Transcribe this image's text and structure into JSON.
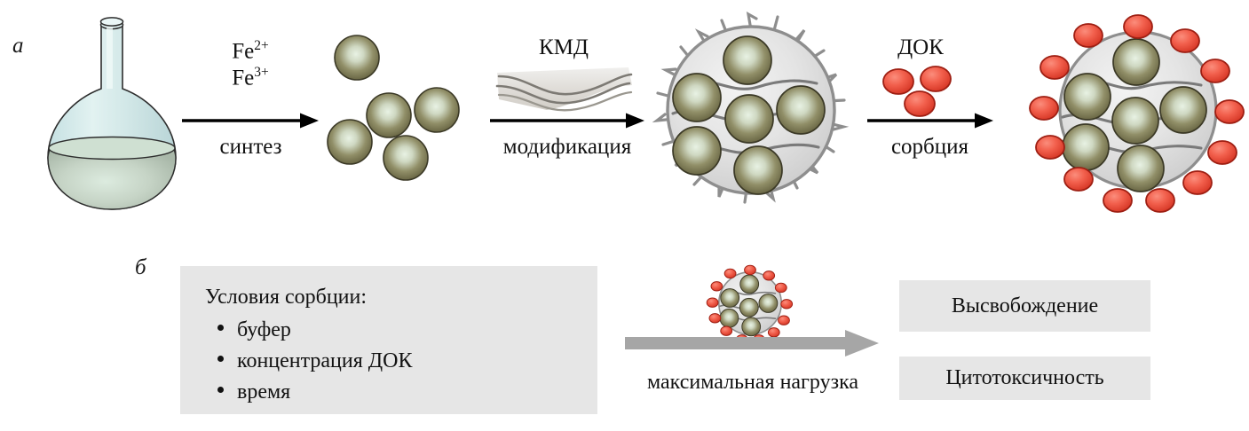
{
  "figure": {
    "panel_a_letter": "а",
    "panel_b_letter": "б"
  },
  "panel_a": {
    "steps": [
      {
        "reagent_line1": "Fe",
        "reagent_line1_sup": "2+",
        "reagent_line2": "Fe",
        "reagent_line2_sup": "3+",
        "process": "синтез"
      },
      {
        "reagent": "КМД",
        "process": "модификация"
      },
      {
        "reagent": "ДОК",
        "process": "сорбция"
      }
    ],
    "objects": {
      "flask": "round-bottom-flask",
      "bare_nanoparticles": "iron-oxide-nanoparticles",
      "polymer_sheet": "carboxymethyl-dextran-sheet",
      "coated_nanoparticle": "polymer-coated-nanoparticle",
      "drug_molecules": "doxorubicin-molecules",
      "loaded_nanoparticle": "drug-loaded-nanoparticle"
    }
  },
  "panel_b": {
    "conditions_title": "Условия сорбции:",
    "conditions": [
      "буфер",
      "концентрация ДОК",
      "время"
    ],
    "flow_label": "максимальная нагрузка",
    "results": [
      "Высвобождение",
      "Цитотоксичность"
    ]
  },
  "colors": {
    "box_fill": "#e6e6e6",
    "nanoparticle_core": "#d9e3d0",
    "nanoparticle_edge": "#6e6a45",
    "nanoparticle_outline": "#3c3a28",
    "drug_fill": "#f05a4a",
    "drug_outline": "#9e1f13",
    "coating_fill": "#e3e3e3",
    "coating_edge": "#8c8c8c",
    "glass_fill": "#d6eaea",
    "liquid_fill": "#c3d3c5",
    "arrow_black": "#000000",
    "arrow_gray": "#a6a6a6"
  }
}
